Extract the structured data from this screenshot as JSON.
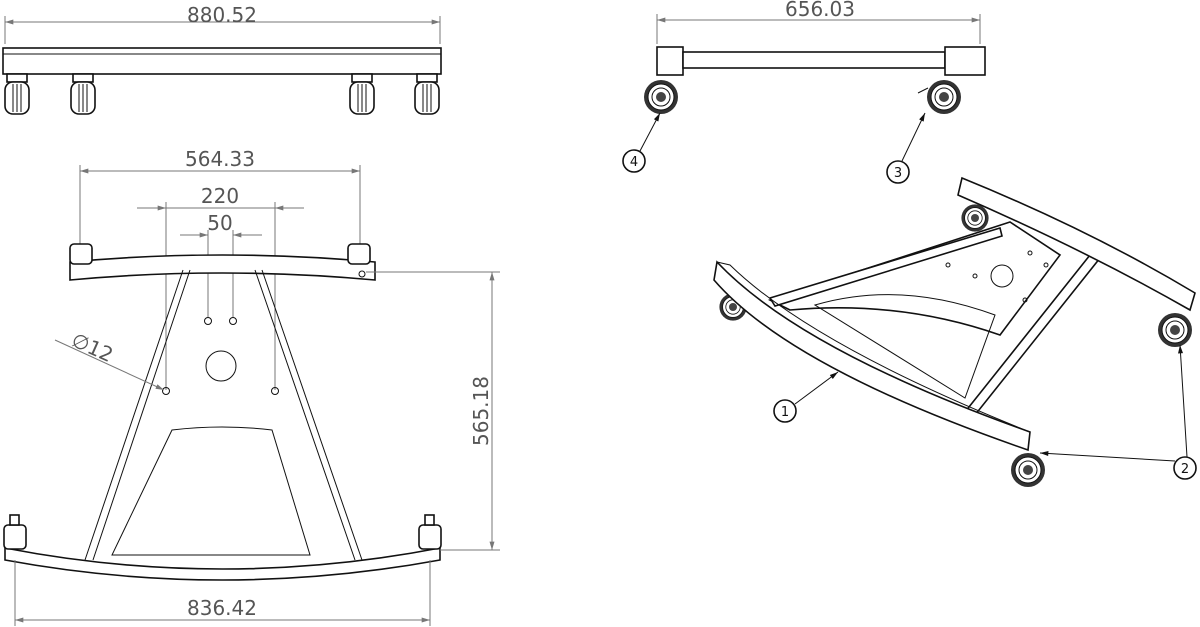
{
  "title": "Mobile stand base technical drawing",
  "views": {
    "front": {
      "width_dimension": "880.52"
    },
    "side": {
      "width_dimension": "656.03"
    },
    "top": {
      "caster_spacing_dimension": "564.33",
      "hole_spacing_outer_dimension": "220",
      "hole_spacing_inner_dimension": "50",
      "hole_diameter_dimension": "∅12",
      "depth_dimension": "565.18",
      "rear_width_dimension": "836.42"
    }
  },
  "balloons": [
    {
      "number": "1"
    },
    {
      "number": "2"
    },
    {
      "number": "3"
    },
    {
      "number": "4"
    }
  ]
}
